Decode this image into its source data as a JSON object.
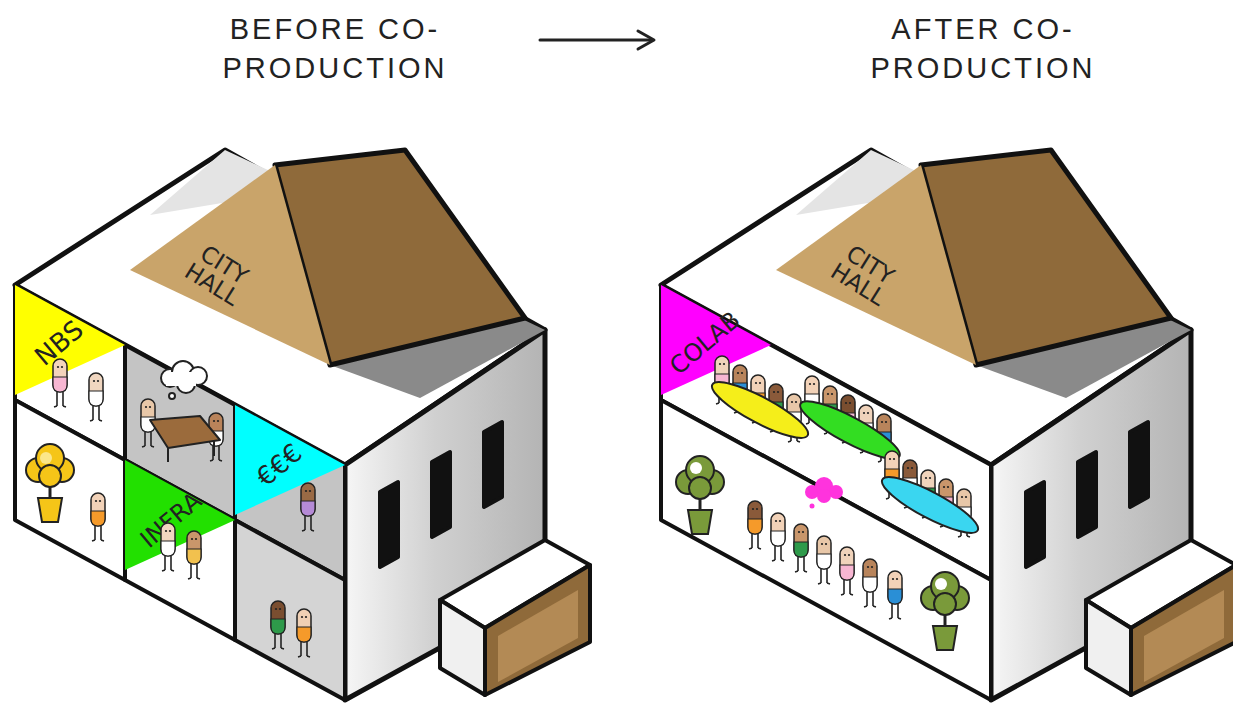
{
  "diagram": {
    "nodes": [
      {
        "text": [
          "CITY HALL"
        ]
      },
      {
        "text": [
          "NBS"
        ]
      },
      {
        "text": [
          "€€€"
        ]
      },
      {
        "text": [
          "INFRA"
        ]
      },
      {
        "text": [
          "CITY HALL"
        ]
      },
      {
        "text": [
          "COLAB"
        ]
      }
    ],
    "labels": [
      "BEFORE CO-PRODUCTION",
      "AFTER CO-PRODUCTION"
    ]
  }
}
